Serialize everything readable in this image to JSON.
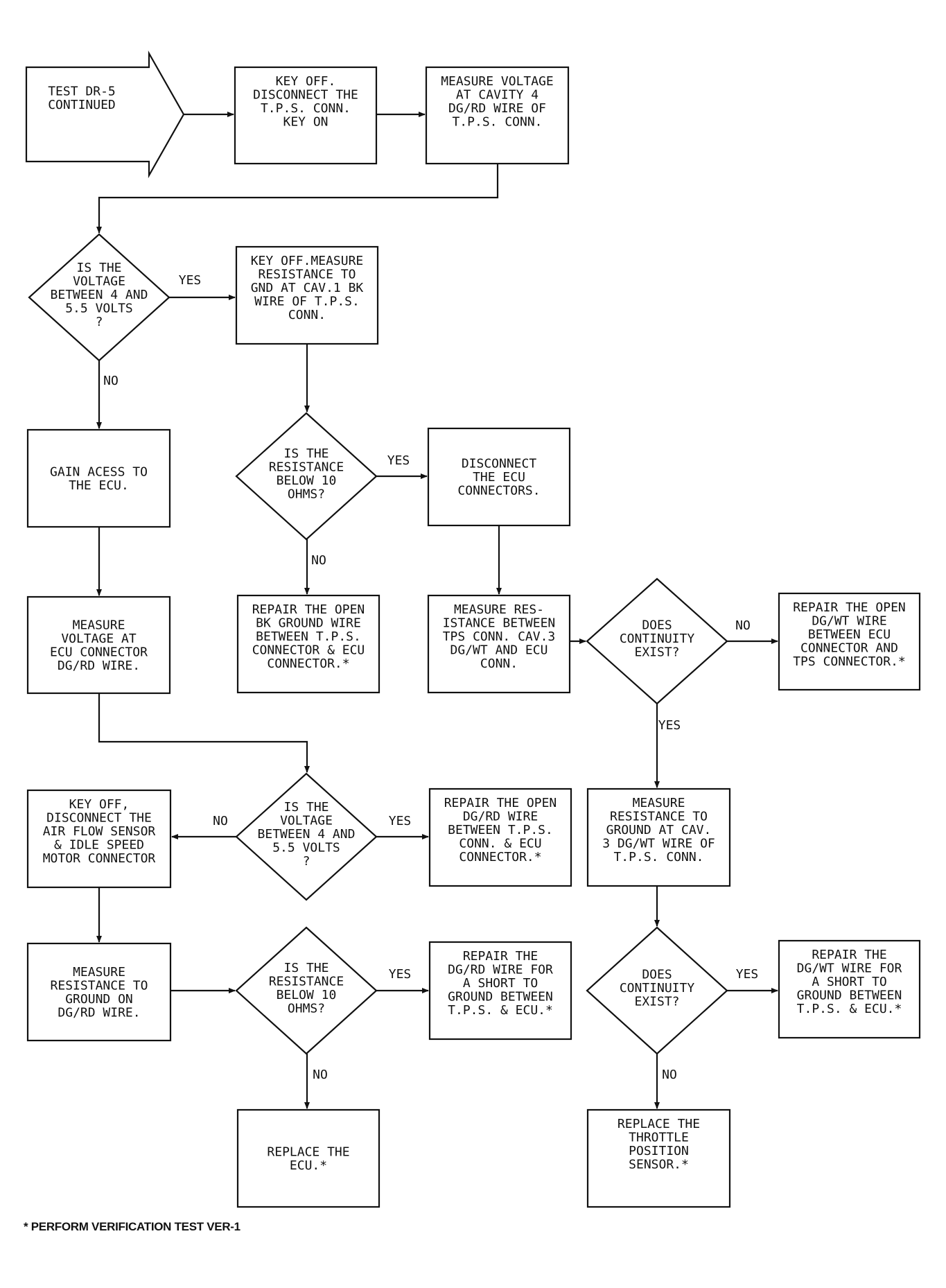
{
  "nodes": [
    {
      "id": "start",
      "lines": [
        "TEST DR-5",
        "CONTINUED"
      ]
    },
    {
      "id": "b1",
      "lines": [
        "KEY OFF.",
        "DISCONNECT THE",
        "T.P.S. CONN.",
        "KEY ON"
      ]
    },
    {
      "id": "b2",
      "lines": [
        "MEASURE VOLTAGE",
        "AT CAVITY 4",
        "DG/RD WIRE OF",
        "T.P.S. CONN."
      ]
    },
    {
      "id": "d1",
      "lines": [
        "IS THE",
        "VOLTAGE",
        "BETWEEN 4 AND",
        "5.5 VOLTS",
        "?"
      ]
    },
    {
      "id": "b3",
      "lines": [
        "KEY OFF.MEASURE",
        "RESISTANCE TO",
        "GND AT CAV.1 BK",
        "WIRE OF T.P.S.",
        "CONN."
      ]
    },
    {
      "id": "b4",
      "lines": [
        "GAIN ACESS TO",
        "THE ECU."
      ]
    },
    {
      "id": "d2",
      "lines": [
        "IS THE",
        "RESISTANCE",
        "BELOW 10",
        "OHMS?"
      ]
    },
    {
      "id": "b5",
      "lines": [
        "DISCONNECT",
        "THE ECU",
        "CONNECTORS."
      ]
    },
    {
      "id": "b6",
      "lines": [
        "MEASURE",
        "VOLTAGE AT",
        "ECU CONNECTOR",
        "DG/RD WIRE."
      ]
    },
    {
      "id": "b7",
      "lines": [
        "REPAIR THE OPEN",
        "BK GROUND WIRE",
        "BETWEEN T.P.S.",
        "CONNECTOR & ECU",
        "CONNECTOR.*"
      ]
    },
    {
      "id": "b8",
      "lines": [
        "MEASURE RES-",
        "ISTANCE BETWEEN",
        "TPS CONN. CAV.3",
        "DG/WT AND ECU",
        "CONN."
      ]
    },
    {
      "id": "d3",
      "lines": [
        "DOES",
        "CONTINUITY",
        "EXIST?"
      ]
    },
    {
      "id": "b9",
      "lines": [
        "REPAIR THE OPEN",
        "DG/WT WIRE",
        "BETWEEN ECU",
        "CONNECTOR AND",
        "TPS CONNECTOR.*"
      ]
    },
    {
      "id": "d4",
      "lines": [
        "IS THE",
        "VOLTAGE",
        "BETWEEN 4 AND",
        "5.5 VOLTS",
        "?"
      ]
    },
    {
      "id": "b10",
      "lines": [
        "KEY OFF,",
        "DISCONNECT THE",
        "AIR FLOW SENSOR",
        "& IDLE SPEED",
        "MOTOR CONNECTOR"
      ]
    },
    {
      "id": "b11",
      "lines": [
        "REPAIR THE OPEN",
        "DG/RD WIRE",
        "BETWEEN T.P.S.",
        "CONN. & ECU",
        "CONNECTOR.*"
      ]
    },
    {
      "id": "b12",
      "lines": [
        "MEASURE",
        "RESISTANCE TO",
        "GROUND AT CAV.",
        "3 DG/WT WIRE OF",
        "T.P.S. CONN."
      ]
    },
    {
      "id": "b13",
      "lines": [
        "MEASURE",
        "RESISTANCE TO",
        "GROUND ON",
        "DG/RD WIRE."
      ]
    },
    {
      "id": "d5",
      "lines": [
        "IS THE",
        "RESISTANCE",
        "BELOW 10",
        "OHMS?"
      ]
    },
    {
      "id": "b14",
      "lines": [
        "REPAIR THE",
        "DG/RD WIRE FOR",
        "A SHORT TO",
        "GROUND BETWEEN",
        "T.P.S. & ECU.*"
      ]
    },
    {
      "id": "d6",
      "lines": [
        "DOES",
        "CONTINUITY",
        "EXIST?"
      ]
    },
    {
      "id": "b15",
      "lines": [
        "REPAIR THE",
        "DG/WT WIRE FOR",
        "A SHORT TO",
        "GROUND BETWEEN",
        "T.P.S. & ECU.*"
      ]
    },
    {
      "id": "b16",
      "lines": [
        "REPLACE THE",
        "ECU.*"
      ]
    },
    {
      "id": "b17",
      "lines": [
        "REPLACE THE",
        "THROTTLE",
        "POSITION",
        "SENSOR.*"
      ]
    }
  ],
  "edges": [
    {
      "from": "start",
      "to": "b1",
      "label": ""
    },
    {
      "from": "b1",
      "to": "b2",
      "label": ""
    },
    {
      "from": "b2",
      "to": "d1",
      "label": ""
    },
    {
      "from": "d1",
      "to": "b3",
      "label": "YES"
    },
    {
      "from": "d1",
      "to": "b4",
      "label": "NO"
    },
    {
      "from": "b3",
      "to": "d2",
      "label": ""
    },
    {
      "from": "d2",
      "to": "b5",
      "label": "YES"
    },
    {
      "from": "d2",
      "to": "b7",
      "label": "NO"
    },
    {
      "from": "b4",
      "to": "b6",
      "label": ""
    },
    {
      "from": "b5",
      "to": "b8",
      "label": ""
    },
    {
      "from": "b8",
      "to": "d3",
      "label": ""
    },
    {
      "from": "d3",
      "to": "b9",
      "label": "NO"
    },
    {
      "from": "d3",
      "to": "b12",
      "label": "YES"
    },
    {
      "from": "b6",
      "to": "d4",
      "label": ""
    },
    {
      "from": "d4",
      "to": "b10",
      "label": "NO"
    },
    {
      "from": "d4",
      "to": "b11",
      "label": "YES"
    },
    {
      "from": "b10",
      "to": "b13",
      "label": ""
    },
    {
      "from": "b13",
      "to": "d5",
      "label": ""
    },
    {
      "from": "d5",
      "to": "b14",
      "label": "YES"
    },
    {
      "from": "d5",
      "to": "b16",
      "label": "NO"
    },
    {
      "from": "b12",
      "to": "d6",
      "label": ""
    },
    {
      "from": "d6",
      "to": "b15",
      "label": "YES"
    },
    {
      "from": "d6",
      "to": "b17",
      "label": "NO"
    }
  ],
  "footnote": "* PERFORM VERIFICATION TEST VER-1"
}
